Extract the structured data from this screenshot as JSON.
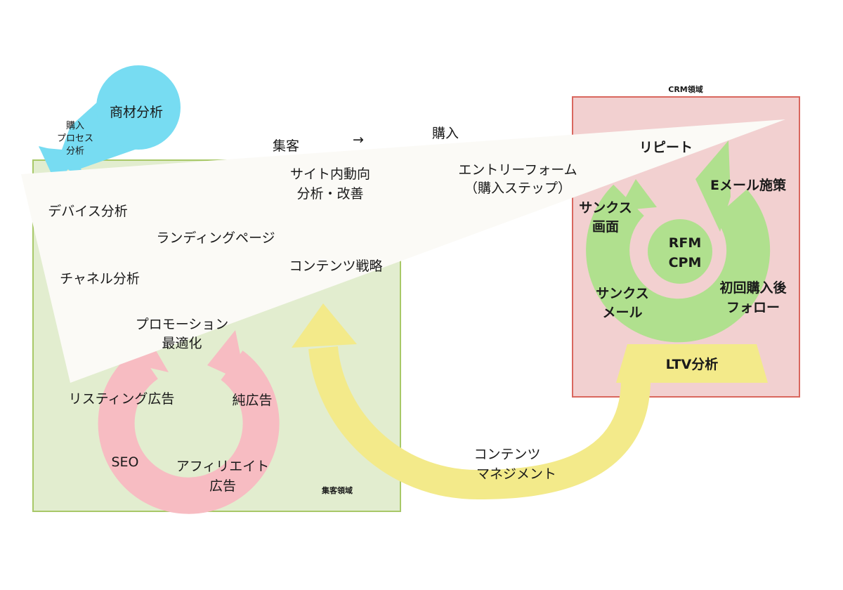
{
  "colors": {
    "acquisition_fill": "#e2edcf",
    "acquisition_stroke": "#a8c868",
    "crm_fill": "#f2d0d0",
    "crm_stroke": "#d9675e",
    "funnel": "#fbfaf6",
    "blue": "#77dcf2",
    "pink": "#f7bcc2",
    "green": "#b0e08e",
    "yellow": "#f3ea8a"
  },
  "regions": {
    "acquisition": "集客領域",
    "crm": "CRM領域"
  },
  "top": {
    "product_analysis": "商材分析",
    "purchase_process": [
      "購入",
      "プロセス",
      "分析"
    ]
  },
  "funnel": {
    "acquisition": "集客",
    "arrow": "→",
    "purchase": "購入",
    "repeat": "リピート",
    "site_behavior": [
      "サイト内動向",
      "分析・改善"
    ],
    "entry_form": [
      "エントリーフォーム",
      "（購入ステップ）"
    ],
    "device_analysis": "デバイス分析",
    "landing_page": "ランディングページ",
    "channel_analysis": "チャネル分析",
    "content_strategy": "コンテンツ戦略",
    "promotion": [
      "プロモーション",
      "最適化"
    ]
  },
  "ads_cycle": {
    "listing": "リスティング広告",
    "pure_ads": "純広告",
    "seo": "SEO",
    "affiliate": [
      "アフィリエイト",
      "広告"
    ]
  },
  "crm_cycle": {
    "thanks_page": [
      "サンクス",
      "画面"
    ],
    "email": "Eメール施策",
    "center": [
      "RFM",
      "CPM"
    ],
    "thanks_mail": [
      "サンクス",
      "メール"
    ],
    "follow": [
      "初回購入後",
      "フォロー"
    ],
    "ltv": "LTV分析"
  },
  "content_management": [
    "コンテンツ",
    "マネジメント"
  ]
}
